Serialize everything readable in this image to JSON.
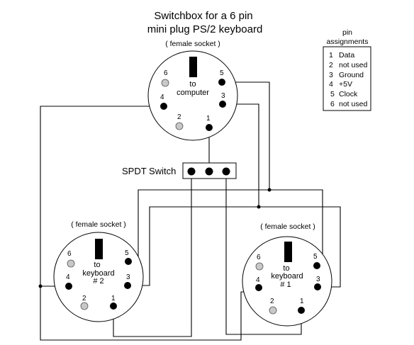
{
  "title": {
    "line1": "Switchbox for a 6 pin",
    "line2": "mini plug PS/2 keyboard"
  },
  "pin_assignments": {
    "header_line1": "pin",
    "header_line2": "assignments",
    "entries": [
      {
        "num": "1",
        "label": "Data"
      },
      {
        "num": "2",
        "label": "not used"
      },
      {
        "num": "3",
        "label": "Ground"
      },
      {
        "num": "4",
        "label": "+5V"
      },
      {
        "num": "5",
        "label": "Clock"
      },
      {
        "num": "6",
        "label": "not used"
      }
    ]
  },
  "switch_label": "SPDT Switch",
  "sockets": {
    "computer": {
      "caption": "( female socket )",
      "label_line1": "to",
      "label_line2": "computer",
      "pins": [
        "6",
        "5",
        "4",
        "3",
        "2",
        "1"
      ]
    },
    "keyboard2": {
      "caption": "( female socket )",
      "label_line1": "to",
      "label_line2": "keyboard",
      "label_line3": "# 2",
      "pins": [
        "6",
        "5",
        "4",
        "3",
        "2",
        "1"
      ]
    },
    "keyboard1": {
      "caption": "( female socket )",
      "label_line1": "to",
      "label_line2": "keyboard",
      "label_line3": "# 1",
      "pins": [
        "6",
        "5",
        "4",
        "3",
        "2",
        "1"
      ]
    }
  },
  "colors": {
    "line": "#000000",
    "unused_pin": "#c8c8c8",
    "background": "#ffffff"
  }
}
